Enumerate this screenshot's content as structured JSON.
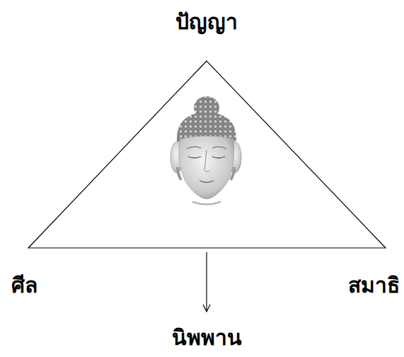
{
  "diagram": {
    "labels": [
      "ปัญญา",
      "ศีล",
      "สมาธิ",
      "นิพพาน"
    ]
  }
}
